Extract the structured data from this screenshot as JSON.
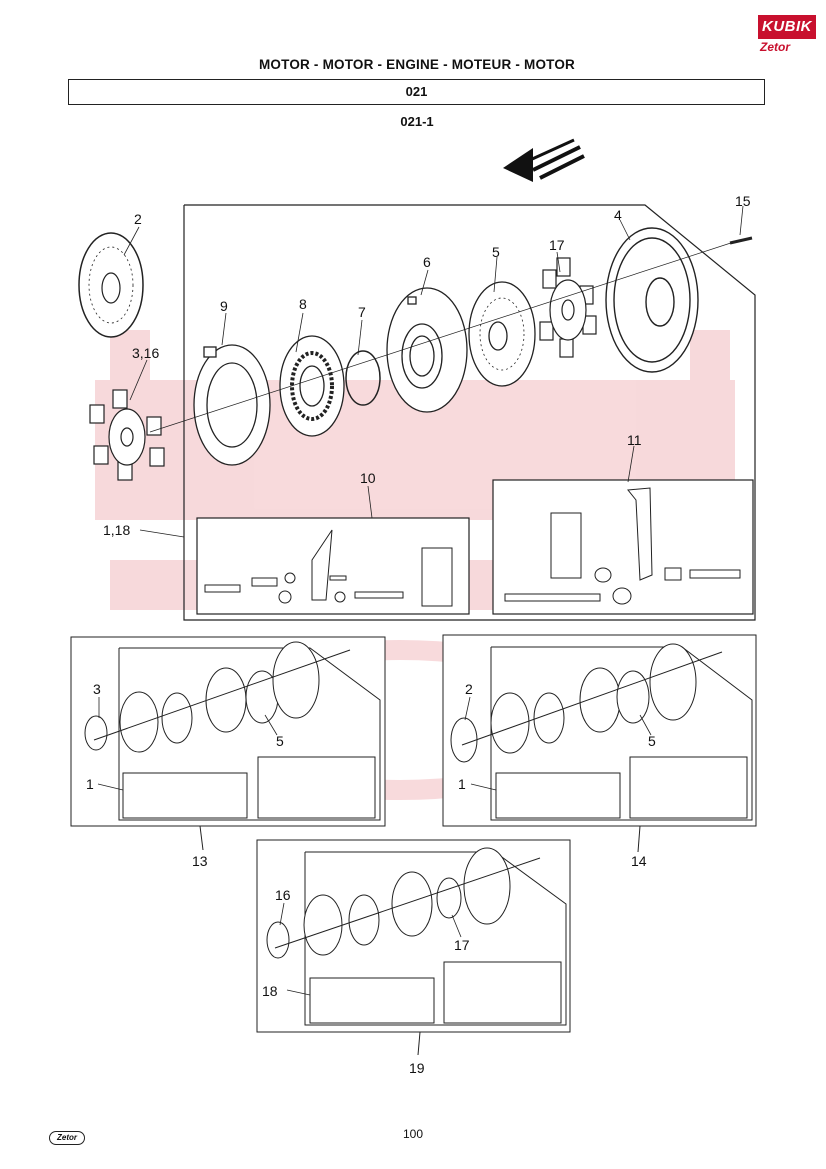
{
  "header": {
    "title": "MOTOR - MOTOR - ENGINE - MOTEUR - MOTOR",
    "group_code": "021",
    "subgroup_code": "021-1"
  },
  "logos": {
    "brand": "KUBIK",
    "maker": "Zetor",
    "footer_logo": "Zetor"
  },
  "footer": {
    "page_number": "100"
  },
  "main_diagram": {
    "callouts": [
      "2",
      "3,16",
      "9",
      "8",
      "7",
      "6",
      "5",
      "17",
      "4",
      "15",
      "10",
      "11",
      "1,18"
    ]
  },
  "variant_13": {
    "label": "13",
    "callouts": [
      "3",
      "5",
      "1"
    ]
  },
  "variant_14": {
    "label": "14",
    "callouts": [
      "2",
      "5",
      "1"
    ]
  },
  "variant_19": {
    "label": "19",
    "callouts": [
      "16",
      "17",
      "18"
    ]
  },
  "colors": {
    "line": "#222222",
    "watermark": "#d8343c",
    "brand_red": "#c8102e"
  }
}
